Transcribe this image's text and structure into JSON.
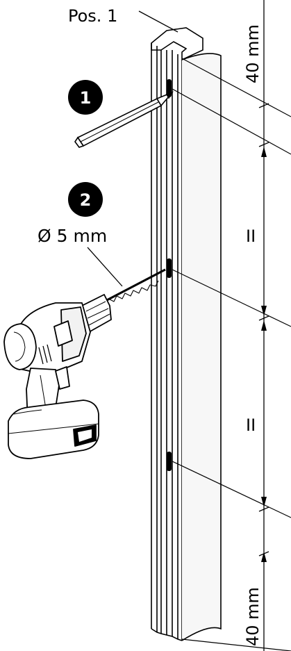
{
  "labels": {
    "position": "Pos. 1",
    "step1": "1",
    "step2": "2",
    "drill_diameter": "Ø 5 mm",
    "dim_top": "40 mm",
    "dim_bottom": "40 mm",
    "equal_1": "II",
    "equal_2": "II"
  },
  "colors": {
    "ink": "#000000",
    "paper": "#ffffff",
    "shade": "#e9e9e9"
  },
  "icons": {
    "pencil": "pencil-icon",
    "drill": "cordless-drill-icon"
  }
}
